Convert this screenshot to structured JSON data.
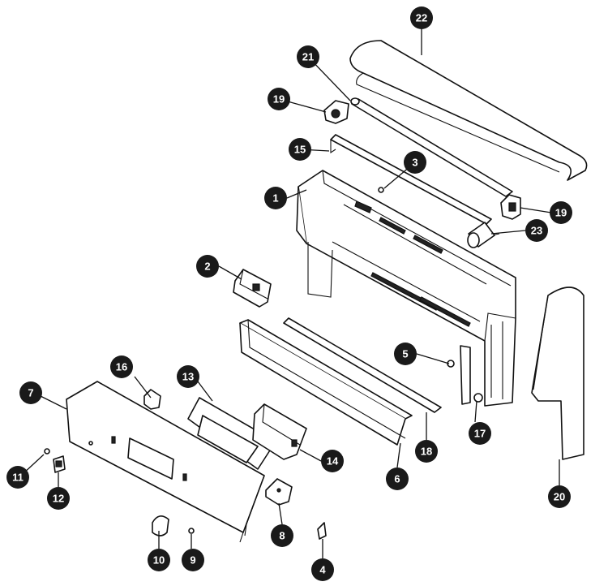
{
  "diagram": {
    "callouts": [
      {
        "id": "c1",
        "label": "1"
      },
      {
        "id": "c2",
        "label": "2"
      },
      {
        "id": "c3",
        "label": "3"
      },
      {
        "id": "c4",
        "label": "4"
      },
      {
        "id": "c5",
        "label": "5"
      },
      {
        "id": "c6",
        "label": "6"
      },
      {
        "id": "c7",
        "label": "7"
      },
      {
        "id": "c8",
        "label": "8"
      },
      {
        "id": "c9",
        "label": "9"
      },
      {
        "id": "c10",
        "label": "10"
      },
      {
        "id": "c11",
        "label": "11"
      },
      {
        "id": "c12",
        "label": "12"
      },
      {
        "id": "c13",
        "label": "13"
      },
      {
        "id": "c14",
        "label": "14"
      },
      {
        "id": "c15",
        "label": "15"
      },
      {
        "id": "c16",
        "label": "16"
      },
      {
        "id": "c17",
        "label": "17"
      },
      {
        "id": "c18",
        "label": "18"
      },
      {
        "id": "c19a",
        "label": "19"
      },
      {
        "id": "c19b",
        "label": "19"
      },
      {
        "id": "c20",
        "label": "20"
      },
      {
        "id": "c21",
        "label": "21"
      },
      {
        "id": "c22",
        "label": "22"
      },
      {
        "id": "c23",
        "label": "23"
      }
    ]
  }
}
